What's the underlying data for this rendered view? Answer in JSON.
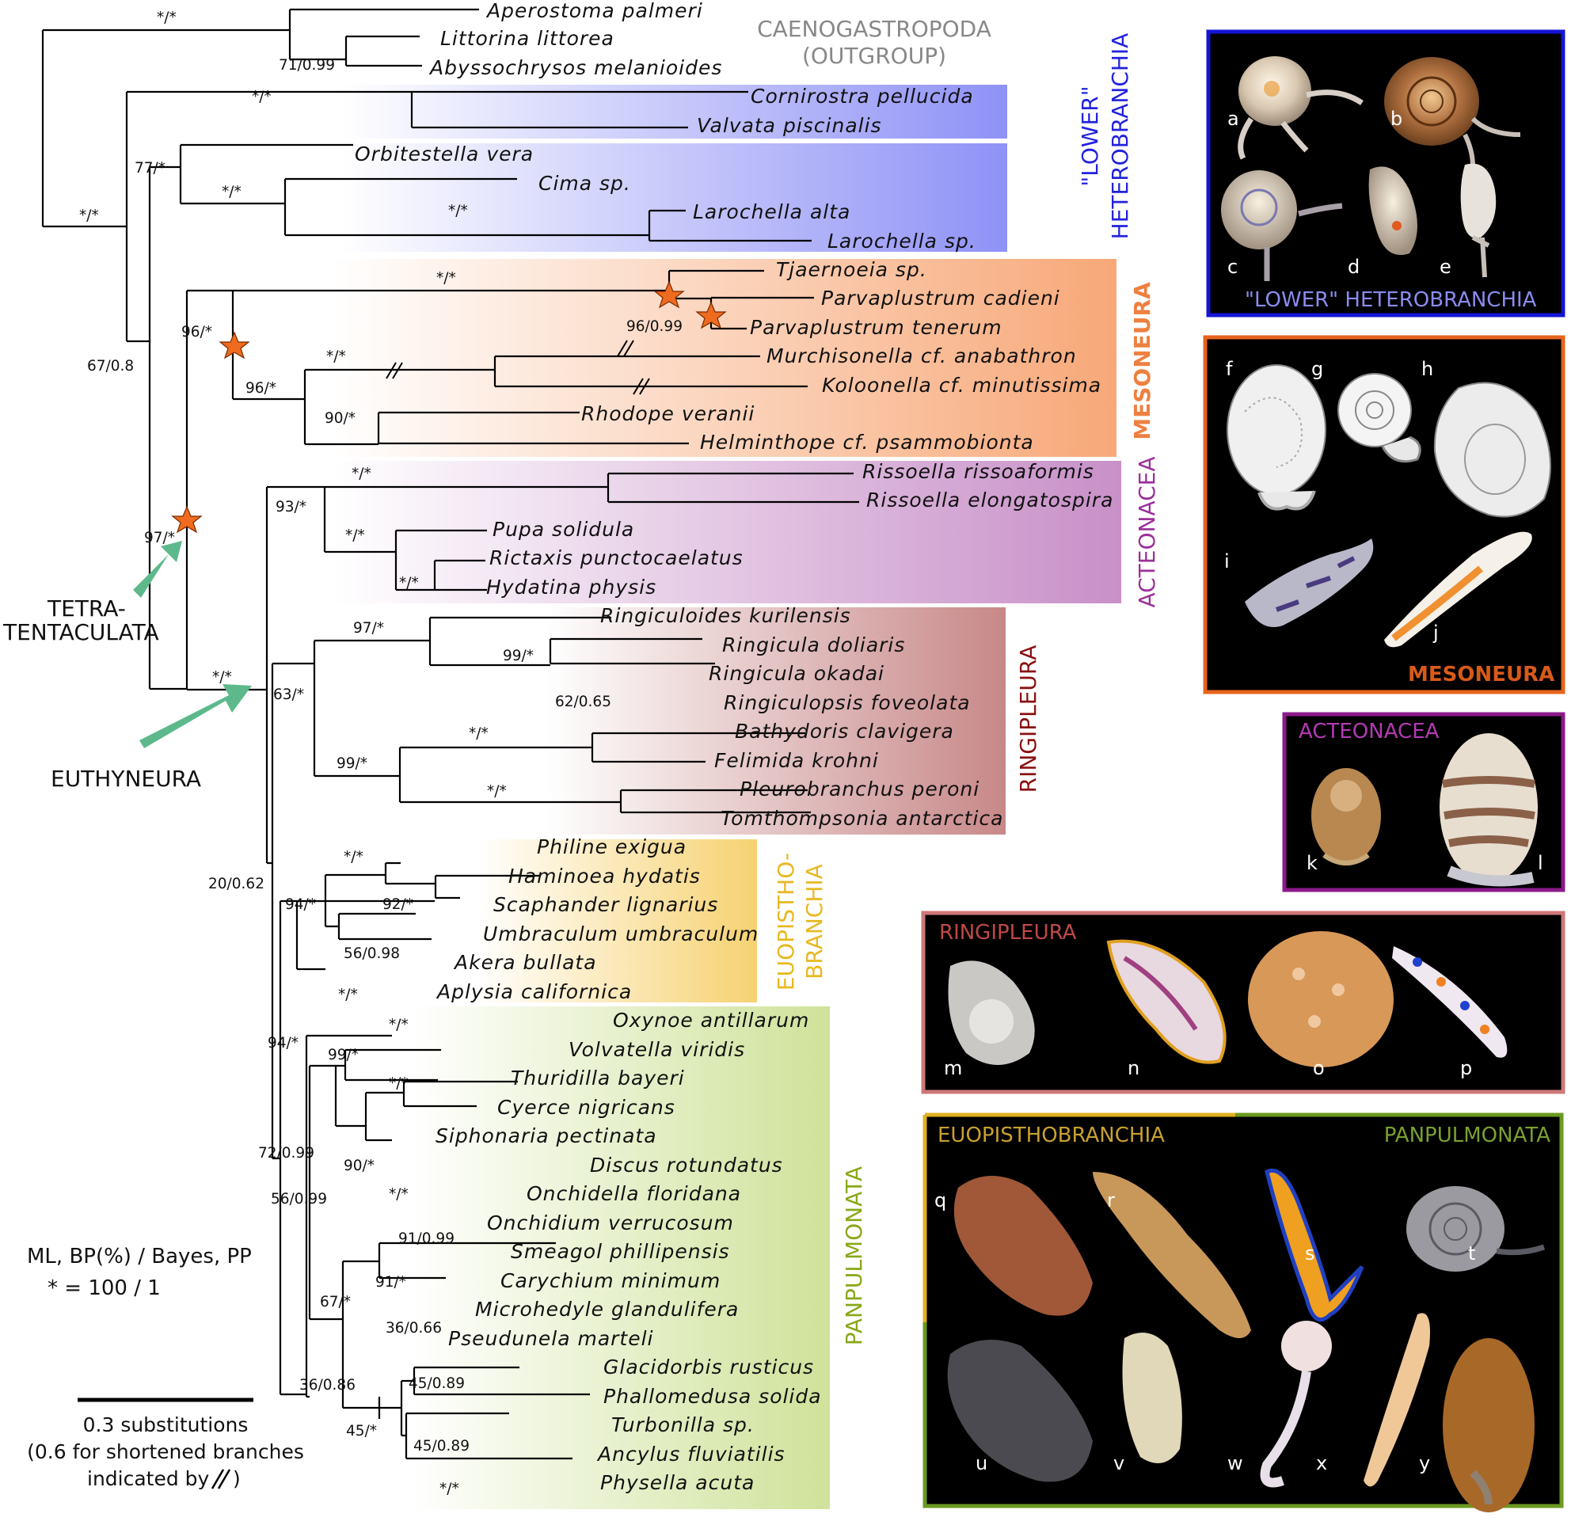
{
  "taxa": [
    "Aperostoma  palmeri",
    "Littorina  littorea",
    "Abyssochrysos  melanioides",
    "Cornirostra  pellucida",
    "Valvata  piscinalis",
    "Orbitestella  vera",
    "Cima  sp.",
    "Larochella  alta",
    "Larochella  sp.",
    "Tjaernoeia  sp.",
    "Parvaplustrum  cadieni",
    "Parvaplustrum  tenerum",
    "Murchisonella  cf.  anabathron",
    "Koloonella  cf.  minutissima",
    "Rhodope  veranii",
    "Helminthope  cf.  psammobionta",
    "Rissoella  rissoaformis",
    "Rissoella  elongatospira",
    "Pupa  solidula",
    "Rictaxis  punctocaelatus",
    "Hydatina  physis",
    "Ringiculoides  kurilensis",
    "Ringicula  doliaris",
    "Ringicula  okadai",
    "Ringiculopsis  foveolata",
    "Bathydoris  clavigera",
    "Felimida  krohni",
    "Pleurobranchus  peroni",
    "Tomthompsonia  antarctica",
    "Philine  exigua",
    "Haminoea  hydatis",
    "Scaphander  lignarius",
    "Umbraculum  umbraculum",
    "Akera  bullata",
    "Aplysia  californica",
    "Oxynoe  antillarum",
    "Volvatella  viridis",
    "Thuridilla  bayeri",
    "Cyerce  nigricans",
    "Siphonaria  pectinata",
    "Discus  rotundatus",
    "Onchidella  floridana",
    "Onchidium  verrucosum",
    "Smeagol  phillipensis",
    "Carychium  minimum",
    "Microhedyle  glandulifera",
    "Pseudunela  marteli",
    "Glacidorbis  rusticus",
    "Phallomedusa  solida",
    "Turbonilla  sp.",
    "Ancylus  fluviatilis",
    "Physella  acuta"
  ],
  "support": {
    "outgroup_root": "*/*",
    "littorina_abyssochrysos": "71/0.99",
    "cornirostra_valvata": "*/*",
    "ingroup": "*/*",
    "orbitestella_node": "77/*",
    "cima_node": "*/*",
    "larochella": "*/*",
    "tetra_plus_lower": "67/0.8",
    "tetratentaculata": "97/*",
    "mesoneura": "96/*",
    "tjaernoeia_node": "*/*",
    "parvaplustrum": "96/0.99",
    "murch_rhodope": "96/*",
    "murch_kolo": "*/*",
    "rhodope_helm": "90/*",
    "euthyneura_stem": "*/*",
    "acteonacea": "93/*",
    "rissoella": "*/*",
    "pupa_node": "*/*",
    "rictaxis_hydatina": "*/*",
    "euthyneura": "63/*",
    "ringiculidae": "97/*",
    "ringicula_node": "99/*",
    "okadai_foveolata": "62/0.65",
    "nudi_pleuro": "99/*",
    "bathydoris_felimida": "*/*",
    "pleuro_tomth": "*/*",
    "tectipleura": "20/0.62",
    "euopistho": "94/*",
    "cephalaspidea": "*/*",
    "haminoea_scaphander": "92/*",
    "umbraculum_node": "56/0.98",
    "akera_aplysia": "*/*",
    "panpulmonata_plus": "94/*",
    "sacoglossa": "99/*",
    "oxynoe_volvatella": "*/*",
    "thuridilla_cyerce": "*/*",
    "panpulmonata": "72/0.99",
    "rest_panpul": "56/0.99",
    "discus_node": "90/*",
    "onchidiids": "*/*",
    "smeagol_node": "91/0.99",
    "smeagol_carychium": "91/*",
    "acochlidia_plus": "67/*",
    "acochlidia": "36/0.66",
    "hygro_node": "36/0.86",
    "glacidorbis_phallo": "45/0.89",
    "turbonilla_node": "45/*",
    "ancylus_node": "45/0.89",
    "ancylus_physella": "*/*"
  },
  "groups": {
    "outgroup": [
      "CAENOGASTROPODA",
      "(OUTGROUP)"
    ],
    "lower": [
      "\"LOWER\"",
      "HETEROBRANCHIA"
    ],
    "mesoneura": "MESONEURA",
    "acteonacea": "ACTEONACEA",
    "ringipleura": "RINGIPLEURA",
    "euopistho": [
      "EUOPISTHO-",
      "BRANCHIA"
    ],
    "panpulmonata": "PANPULMONATA"
  },
  "arrows": {
    "tetra": [
      "TETRA-",
      "TENTACULATA"
    ],
    "euthyneura": "EUTHYNEURA"
  },
  "legend": {
    "line1": "ML, BP(%) / Bayes, PP",
    "line2": "* = 100 / 1"
  },
  "scale": {
    "line1": "0.3 substitutions",
    "line2": "(0.6 for shortened branches",
    "line3": "indicated by",
    "line3_tail": ")"
  },
  "panels": {
    "lower": {
      "title": "\"LOWER\" HETEROBRANCHIA",
      "letters": [
        "a",
        "b",
        "c",
        "d",
        "e"
      ],
      "border": "#1515d6",
      "title_color": "#8a8cf0"
    },
    "mesoneura": {
      "title": "MESONEURA",
      "letters": [
        "f",
        "g",
        "h",
        "i",
        "j"
      ],
      "border": "#e8641c",
      "title_color": "#d85a18"
    },
    "acteonacea": {
      "title": "ACTEONACEA",
      "letters": [
        "k",
        "l"
      ],
      "border": "#8b1a8b",
      "title_color": "#b23ab2"
    },
    "ringipleura": {
      "title": "RINGIPLEURA",
      "letters": [
        "m",
        "n",
        "o",
        "p"
      ],
      "border": "#d07878",
      "title_color": "#c04848"
    },
    "euopan": {
      "title_left": "EUOPISTHOBRANCHIA",
      "title_right": "PANPULMONATA",
      "letters": [
        "q",
        "r",
        "s",
        "t",
        "u",
        "v",
        "w",
        "x",
        "y"
      ],
      "border_left": "#e0b020",
      "border_right": "#6a9a20",
      "title_left_color": "#c8a030",
      "title_right_color": "#7aa030"
    }
  },
  "colors": {
    "lower_band": "#8f92f6",
    "mesoneura_band": "#f7a878",
    "acteonacea_band": "#c890c8",
    "ringipleura_band": "#c88888",
    "euopistho_band": "#f6d272",
    "panpulmonata_band": "#cfe29a",
    "outgroup_text": "#888888",
    "lower_text": "#2222dd",
    "mesoneura_text": "#ee8040",
    "acteonacea_text": "#9a309a",
    "ringipleura_text": "#8a1010",
    "euopistho_text": "#e8b820",
    "panpulmonata_text": "#88a818",
    "arrow": "#5db98b",
    "star": "#ef6b1f"
  }
}
